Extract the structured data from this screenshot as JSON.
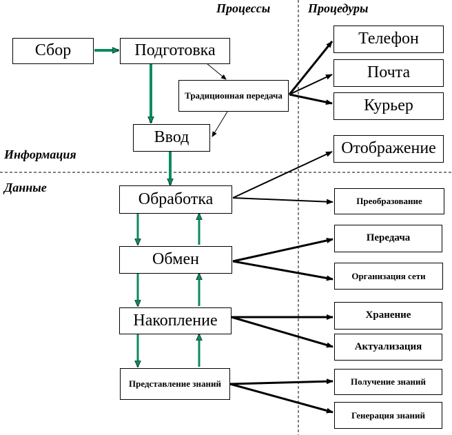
{
  "headers": {
    "processes": "Процессы",
    "procedures": "Процедуры",
    "information": "Информация",
    "data": "Данные"
  },
  "nodes": {
    "sbor": "Сбор",
    "podgotovka": "Подготовка",
    "tradicionnaya_peredacha": "Традиционная передача",
    "vvod": "Ввод",
    "obrabotka": "Обработка",
    "obmen": "Обмен",
    "nakoplenie": "Накопление",
    "predstavlenie_znaniy": "Представление знаний",
    "telefon": "Телефон",
    "pochta": "Почта",
    "kurier": "Курьер",
    "otobrazhenie": "Отображение",
    "preobrazovanie": "Преобразование",
    "peredacha": "Передача",
    "organizaciya_seti": "Организация сети",
    "hranenie": "Хранение",
    "aktualizaciya": "Актуализация",
    "poluchenie_znaniy": "Получение знаний",
    "generaciya_znaniy": "Генерация знаний"
  },
  "colors": {
    "flow_arrow": "#0b8a63",
    "line": "#000000"
  }
}
